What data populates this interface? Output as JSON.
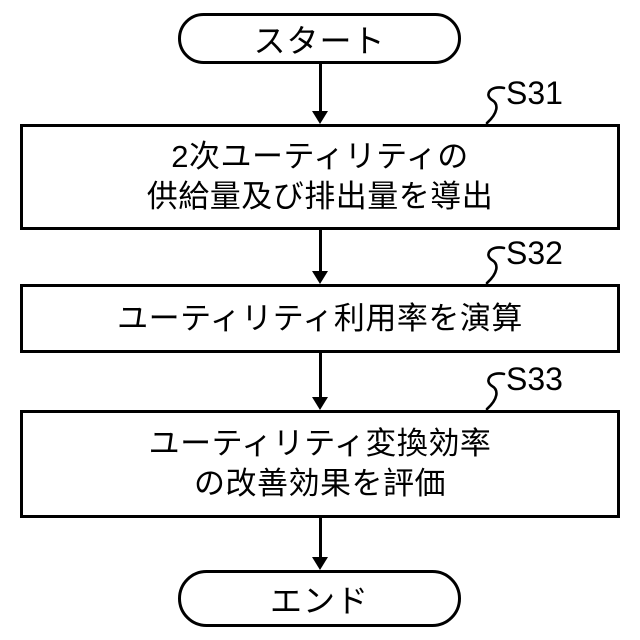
{
  "flowchart": {
    "start_label": "スタート",
    "end_label": "エンド",
    "steps": [
      {
        "id": "S31",
        "lines": [
          "2次ユーティリティの",
          "供給量及び排出量を導出"
        ]
      },
      {
        "id": "S32",
        "lines": [
          "ユーティリティ利用率を演算"
        ]
      },
      {
        "id": "S33",
        "lines": [
          "ユーティリティ変換効率",
          "の改善効果を評価"
        ]
      }
    ],
    "colors": {
      "line": "#000000",
      "background": "#ffffff",
      "text": "#000000"
    }
  }
}
